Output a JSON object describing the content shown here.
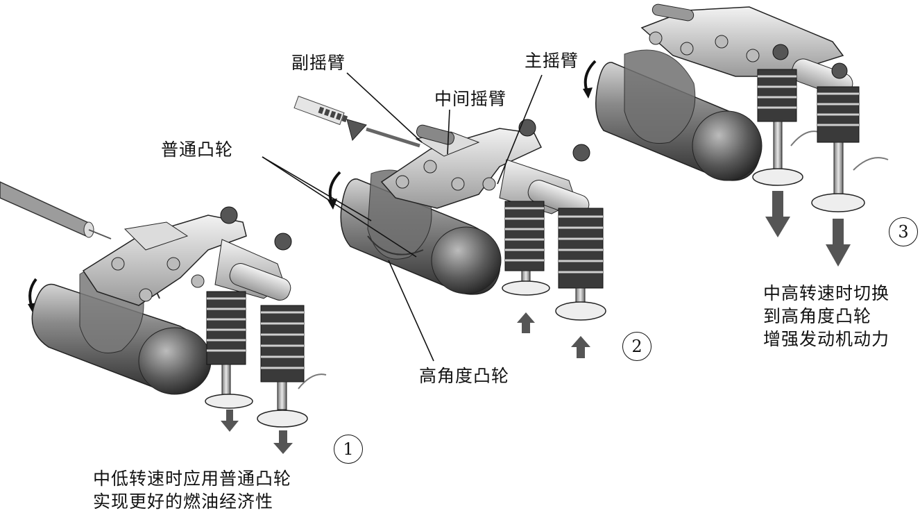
{
  "labels": {
    "sub_rocker": "副摇臂",
    "main_rocker": "主摇臂",
    "mid_rocker": "中间摇臂",
    "normal_cam": "普通凸轮",
    "high_cam": "高角度凸轮"
  },
  "stages": [
    {
      "number": "1",
      "caption_lines": [
        "中低转速时应用普通凸轮",
        "实现更好的燃油经济性"
      ]
    },
    {
      "number": "2",
      "caption_lines": []
    },
    {
      "number": "3",
      "caption_lines": [
        "中高转速时切换",
        "到高角度凸轮",
        "增强发动机动力"
      ]
    }
  ]
}
